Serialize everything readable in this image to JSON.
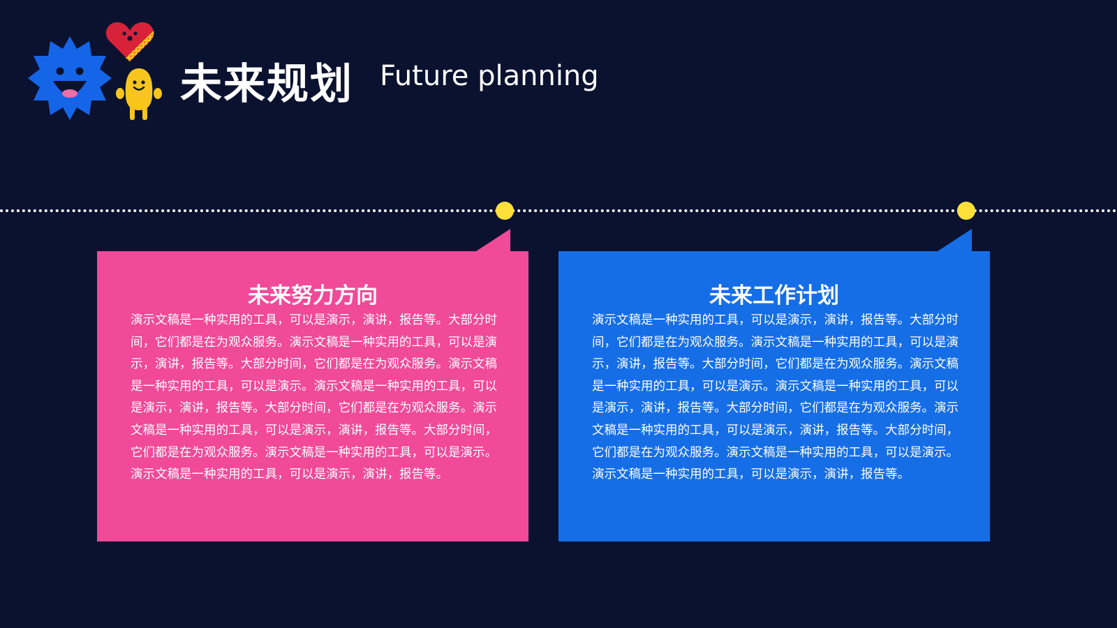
{
  "header": {
    "title_cn": "未来规划",
    "title_en": "Future planning"
  },
  "colors": {
    "background": "#0a1230",
    "pink_card": "#f04a98",
    "blue_card": "#166ee6",
    "dot_yellow": "#ffe03a",
    "mascot_blue": "#1565e8",
    "mascot_yellow": "#f7c51e",
    "mascot_red": "#d8223a"
  },
  "icons": [
    "blue-sun-mascot-icon",
    "red-heart-mascot-icon",
    "yellow-blob-mascot-icon"
  ],
  "cards": [
    {
      "title": "未来努力方向",
      "body": "演示文稿是一种实用的工具，可以是演示，演讲，报告等。大部分时间，它们都是在为观众服务。演示文稿是一种实用的工具，可以是演示，演讲，报告等。大部分时间，它们都是在为观众服务。演示文稿是一种实用的工具，可以是演示。演示文稿是一种实用的工具，可以是演示，演讲，报告等。大部分时间，它们都是在为观众服务。演示文稿是一种实用的工具，可以是演示，演讲，报告等。大部分时间，它们都是在为观众服务。演示文稿是一种实用的工具，可以是演示。演示文稿是一种实用的工具，可以是演示，演讲，报告等。",
      "color": "#f04a98"
    },
    {
      "title": "未来工作计划",
      "body": "演示文稿是一种实用的工具，可以是演示，演讲，报告等。大部分时间，它们都是在为观众服务。演示文稿是一种实用的工具，可以是演示，演讲，报告等。大部分时间，它们都是在为观众服务。演示文稿是一种实用的工具，可以是演示。演示文稿是一种实用的工具，可以是演示，演讲，报告等。大部分时间，它们都是在为观众服务。演示文稿是一种实用的工具，可以是演示，演讲，报告等。大部分时间，它们都是在为观众服务。演示文稿是一种实用的工具，可以是演示。演示文稿是一种实用的工具，可以是演示，演讲，报告等。",
      "color": "#166ee6"
    }
  ]
}
